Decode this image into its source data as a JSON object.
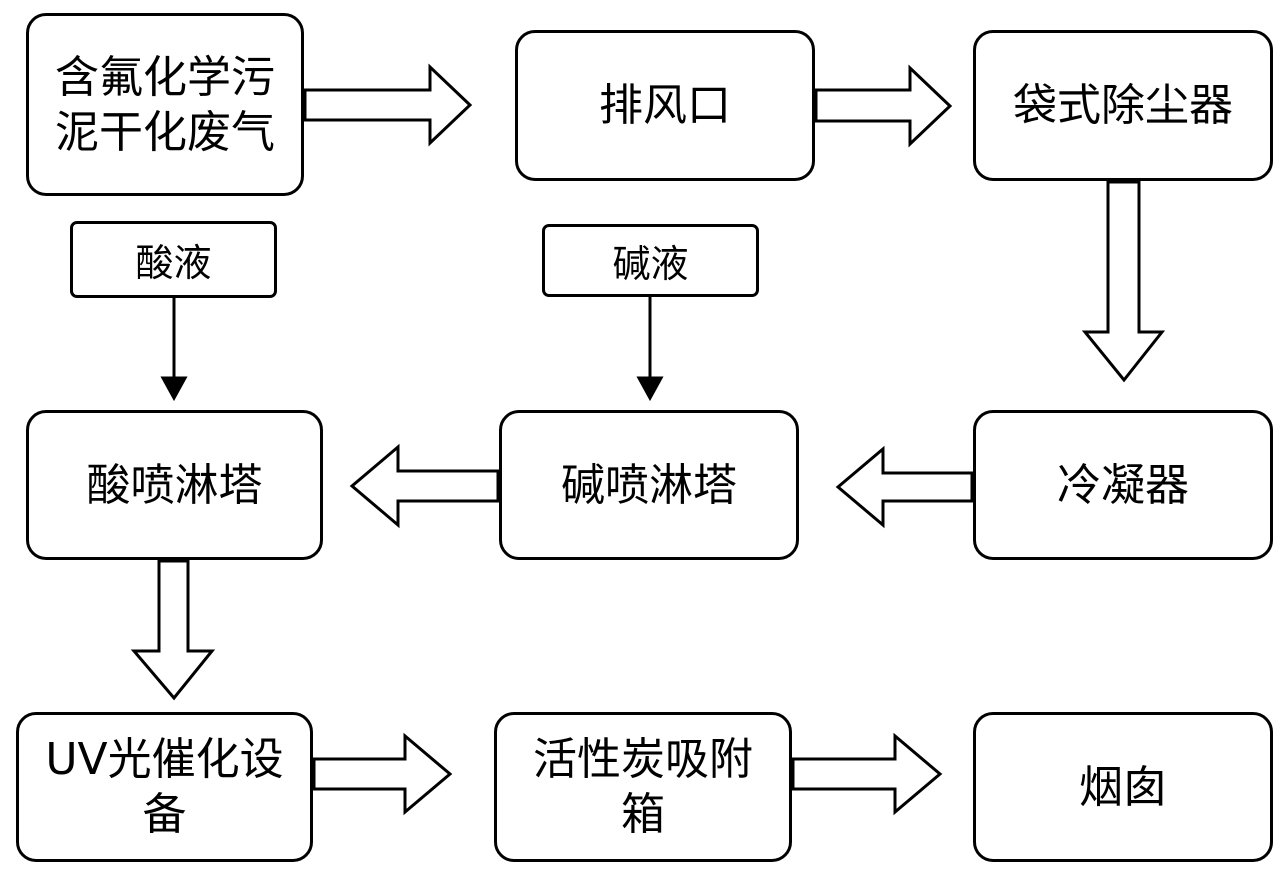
{
  "nodes": {
    "source": {
      "line1": "含氟化学污",
      "line2": "泥干化废气"
    },
    "exhaust_outlet": "排风口",
    "bag_filter": "袋式除尘器",
    "condenser": "冷凝器",
    "alkali_tower": "碱喷淋塔",
    "acid_tower": "酸喷淋塔",
    "uv_device": {
      "line1": "UV光催化设",
      "line2": "备"
    },
    "carbon_box": {
      "line1": "活性炭吸附",
      "line2": "箱"
    },
    "chimney": "烟囱"
  },
  "inputs": {
    "acid_liquid": "酸液",
    "alkali_liquid": "碱液"
  }
}
